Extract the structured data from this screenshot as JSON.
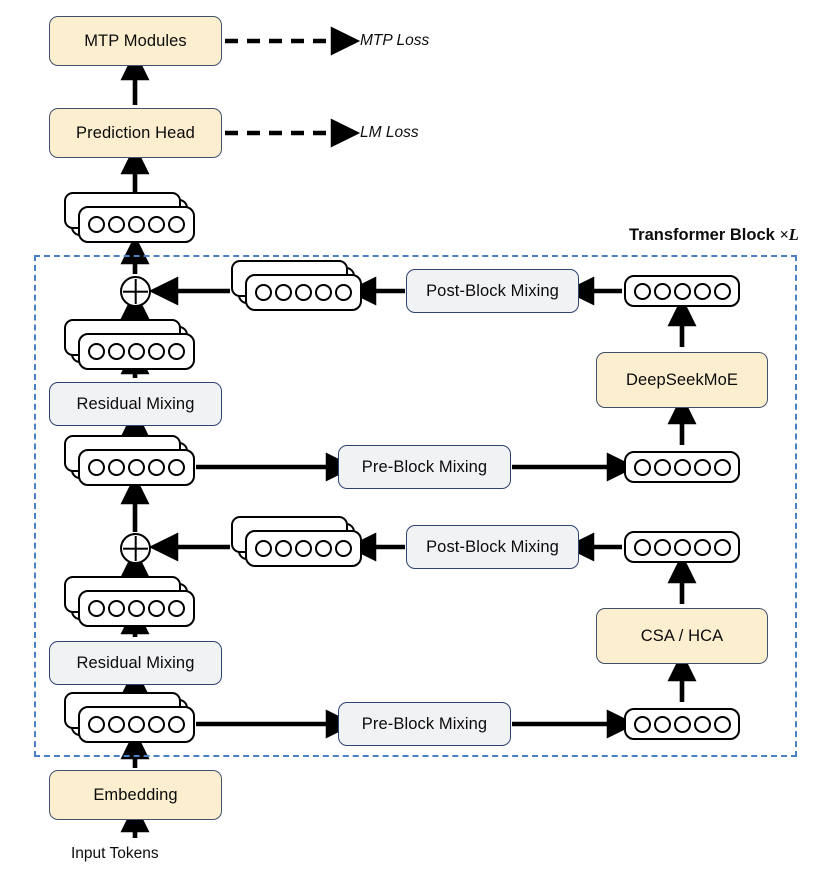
{
  "figure": {
    "title_label": "Transformer Block",
    "title_multiplier": "×L",
    "background": "#ffffff"
  },
  "colors": {
    "cream_fill": "#fcefd0",
    "cream_border": "#43506b",
    "gray_fill": "#f1f2f4",
    "gray_border": "#2f4372",
    "dashed_border": "#4a80c4",
    "wire": "#000000",
    "token_outline": "#000000"
  },
  "nodes": {
    "mtp_modules": "MTP Modules",
    "prediction_head": "Prediction Head",
    "embedding": "Embedding",
    "deepseekmoe": "DeepSeekMoE",
    "csa_hca": "CSA / HCA",
    "residual_mixing_upper": "Residual Mixing",
    "residual_mixing_lower": "Residual Mixing",
    "pre_block_mixing_upper": "Pre-Block Mixing",
    "pre_block_mixing_lower": "Pre-Block Mixing",
    "post_block_mixing_upper": "Post-Block Mixing",
    "post_block_mixing_lower": "Post-Block Mixing"
  },
  "labels": {
    "mtp_loss": "MTP Loss",
    "lm_loss": "LM Loss",
    "input_tokens": "Input Tokens"
  },
  "token_rows": {
    "dots_per_row": 5,
    "stacked_depth": 3,
    "flat_depth": 1,
    "stacks": [
      {
        "name": "tokens-to-prediction-head",
        "stacked": true
      },
      {
        "name": "tokens-post-block-upper",
        "stacked": true
      },
      {
        "name": "tokens-after-adder-upper",
        "stacked": true
      },
      {
        "name": "tokens-residual-out-upper",
        "stacked": true
      },
      {
        "name": "tokens-post-block-lower",
        "stacked": true
      },
      {
        "name": "tokens-after-adder-lower",
        "stacked": true
      },
      {
        "name": "tokens-embedding-out",
        "stacked": true
      },
      {
        "name": "tokens-moe-out",
        "stacked": false
      },
      {
        "name": "tokens-moe-in",
        "stacked": false
      },
      {
        "name": "tokens-attn-out",
        "stacked": false
      },
      {
        "name": "tokens-attn-in",
        "stacked": false
      }
    ]
  },
  "adders": [
    {
      "name": "residual-add-upper",
      "symbol": "⊕"
    },
    {
      "name": "residual-add-lower",
      "symbol": "⊕"
    }
  ]
}
